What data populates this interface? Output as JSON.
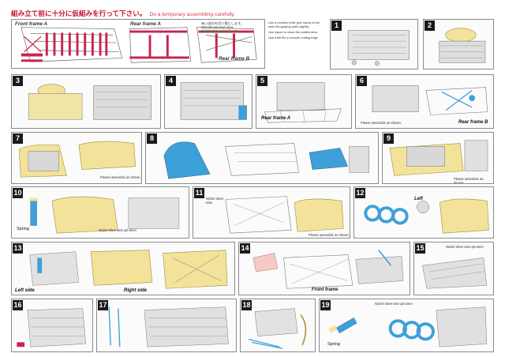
{
  "header": {
    "warning_jp": "組み立て前に十分に仮組みを行って下さい。",
    "warning_en": "Do a temporary assembling carefully."
  },
  "frames": {
    "front": "Front frame A",
    "rear_a": "Rear frame A",
    "rear_b": "Rear frame B",
    "legend_jp": "赤い部分を切り落とします。",
    "legend_en": "Should removed area.",
    "green_note": "黄緑色部分は切り落とす"
  },
  "instructions": [
    "Use a modeler knife give marks to the laser lithography parts slightly.",
    "Use nipper to clean the crafted area.",
    "Use a file file to smooth cutting edge."
  ],
  "steps": [
    {
      "n": "1"
    },
    {
      "n": "2"
    },
    {
      "n": "3"
    },
    {
      "n": "4"
    },
    {
      "n": "5"
    },
    {
      "n": "6"
    },
    {
      "n": "7"
    },
    {
      "n": "8"
    },
    {
      "n": "9"
    },
    {
      "n": "10"
    },
    {
      "n": "11"
    },
    {
      "n": "12"
    },
    {
      "n": "13"
    },
    {
      "n": "14"
    },
    {
      "n": "15"
    },
    {
      "n": "16"
    },
    {
      "n": "17"
    },
    {
      "n": "18"
    },
    {
      "n": "19"
    }
  ],
  "labels": {
    "s5_rear_a": "Rear frame A",
    "s6_rear_b": "Rear frame B",
    "s6_note": "Please assemble as shown.",
    "s7_note": "Please assemble as shown.",
    "s9_note": "Please assemble as shown.",
    "s10_spring": "Spring",
    "s10_wire": "Nickel silver wire φ0.8mm",
    "s11_tube": "Nickel silver tube",
    "s11_note": "Please assemble as shown.",
    "s12_left": "Left",
    "s13_left": "Left side",
    "s13_right": "Right side",
    "s14_front": "Front frame",
    "s15_wire": "Nickel silver wire φ0.6mm",
    "s19_spring": "Spring",
    "s19_wire": "Nickel silver wire φ0.5mm"
  },
  "colors": {
    "cut": "#c8244e",
    "resin": "#f3e29a",
    "blue": "#3da0d8",
    "frame": "#9aa0a6",
    "header": "#c8102e"
  }
}
